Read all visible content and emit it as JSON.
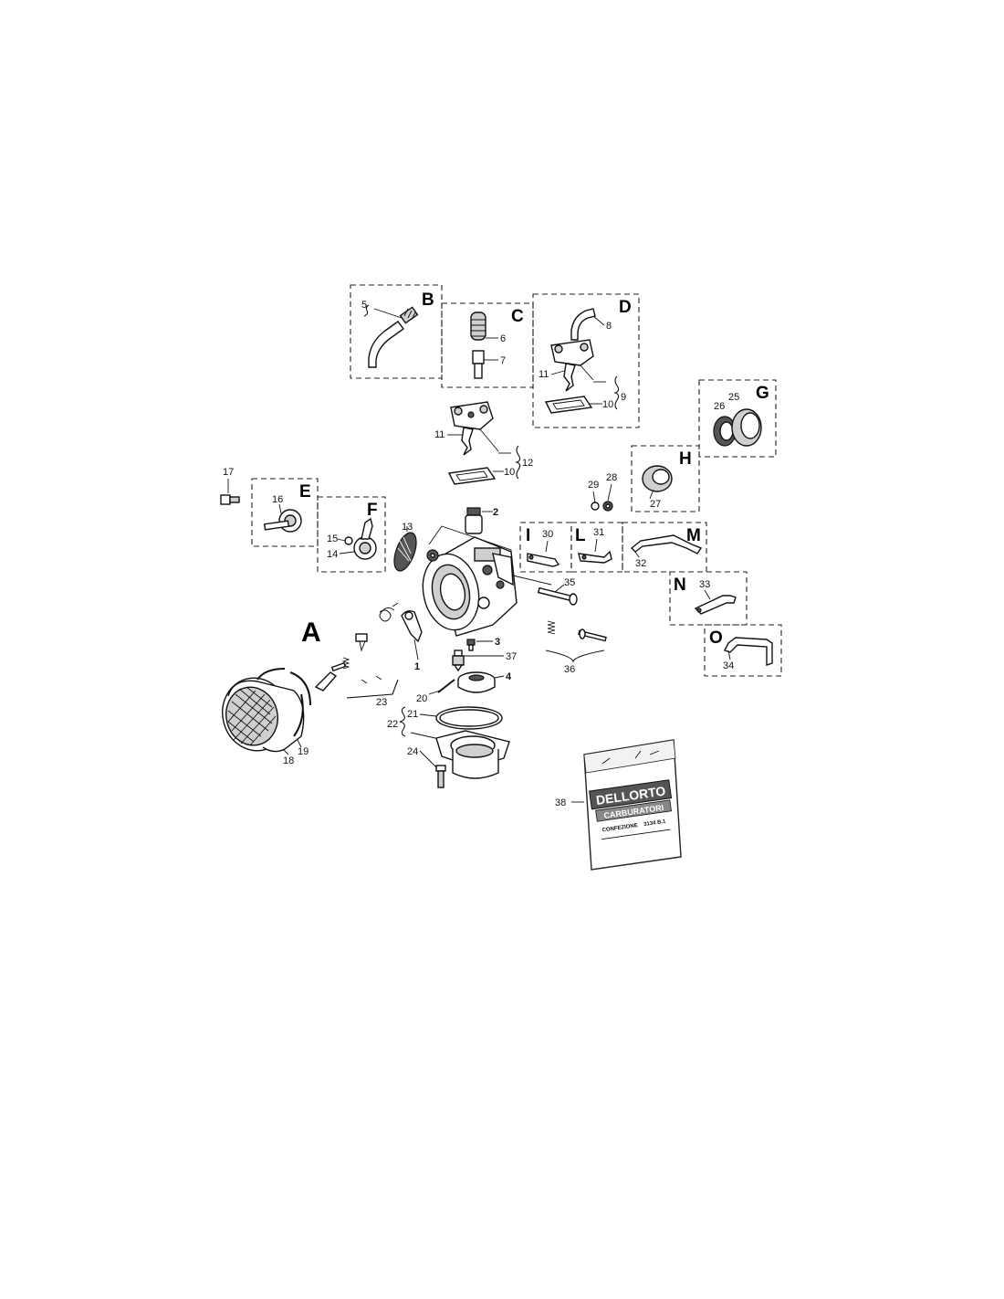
{
  "diagram": {
    "main_label": "A",
    "group_labels": {
      "B": "B",
      "C": "C",
      "D": "D",
      "E": "E",
      "F": "F",
      "G": "G",
      "H": "H",
      "I": "I",
      "L": "L",
      "M": "M",
      "N": "N",
      "O": "O"
    },
    "part_numbers": {
      "p1": "1",
      "p2": "2",
      "p3": "3",
      "p4": "4",
      "p5": "5",
      "p6": "6",
      "p7": "7",
      "p8": "8",
      "p9": "9",
      "p10": "10",
      "p11": "11",
      "p12": "12",
      "p13": "13",
      "p14": "14",
      "p15": "15",
      "p16": "16",
      "p17": "17",
      "p18": "18",
      "p19": "19",
      "p20": "20",
      "p21": "21",
      "p22": "22",
      "p23": "23",
      "p24": "24",
      "p25": "25",
      "p26": "26",
      "p27": "27",
      "p28": "28",
      "p29": "29",
      "p30": "30",
      "p31": "31",
      "p32": "32",
      "p33": "33",
      "p34": "34",
      "p35": "35",
      "p36": "36",
      "p37": "37",
      "p38": "38"
    },
    "bag": {
      "brand": "DELLORTO",
      "product": "CARBURATORI",
      "line1": "CONFEZIONE",
      "code": "3134 B.1"
    }
  }
}
